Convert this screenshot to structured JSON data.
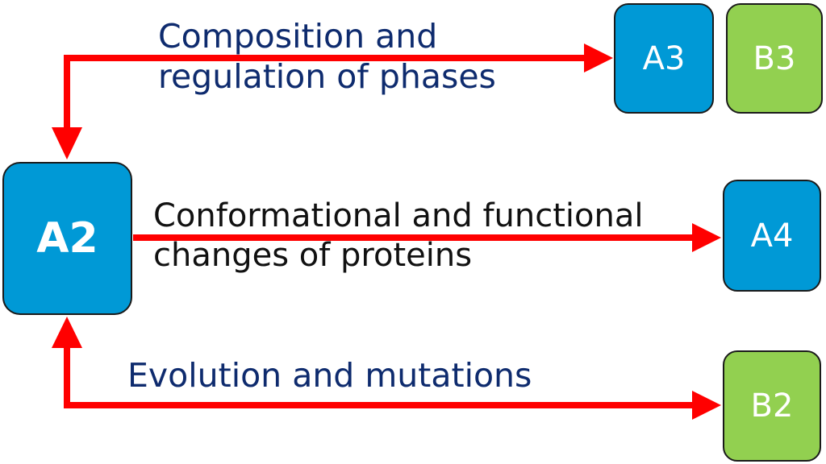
{
  "nodes": {
    "a2": "A2",
    "a3": "A3",
    "b3": "B3",
    "a4": "A4",
    "b2": "B2"
  },
  "edge_labels": {
    "composition": [
      "Composition and",
      "regulation of phases"
    ],
    "conformational": [
      "Conformational and functional",
      "changes of proteins"
    ],
    "evolution": [
      "Evolution and mutations"
    ]
  },
  "colors": {
    "arrow": "#ff0000",
    "node_blue": "#0099d6",
    "node_green": "#92d050",
    "label_navy": "#0e2b6e",
    "label_black": "#111111"
  }
}
